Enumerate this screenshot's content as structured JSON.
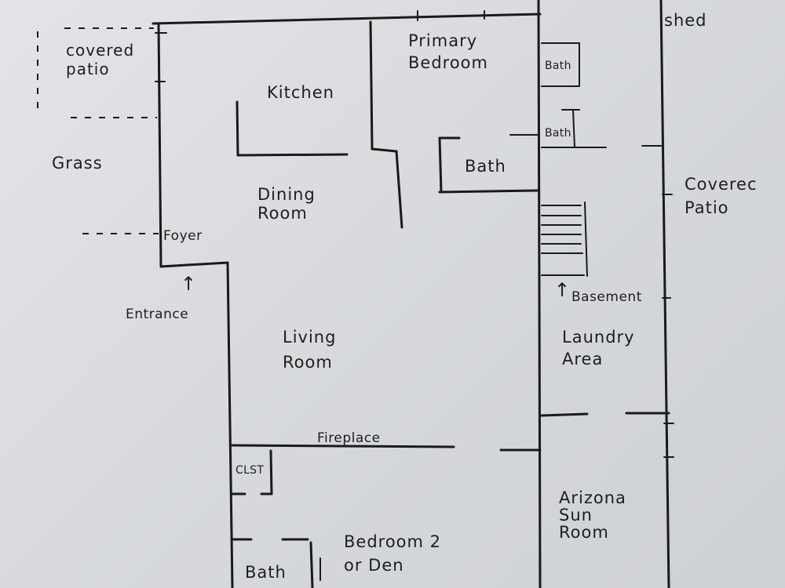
{
  "labels": {
    "covered_patio_left": "covered\npatio",
    "grass": "Grass",
    "kitchen": "Kitchen",
    "primary_bedroom": "Primary\nBedroom",
    "bath_upper_small": "Bath",
    "bath_lower_small": "Bath",
    "bath_main": "Bath",
    "shed": "shed",
    "covered_patio_right": "Coverec\nPatio",
    "dining_room": "Dining\nRoom",
    "foyer": "Foyer",
    "entrance": "Entrance",
    "basement": "Basement",
    "living_room": "Living\nRoom",
    "laundry_area": "Laundry\nArea",
    "fireplace": "Fireplace",
    "closet": "CLST",
    "bedroom_2": "Bedroom 2\nor Den",
    "arizona_sun_room": "Arizona\nSun\nRoom",
    "bath_bottom": "Bath"
  },
  "arrows": {
    "entrance_arrow": "↑",
    "basement_arrow": "↑"
  }
}
